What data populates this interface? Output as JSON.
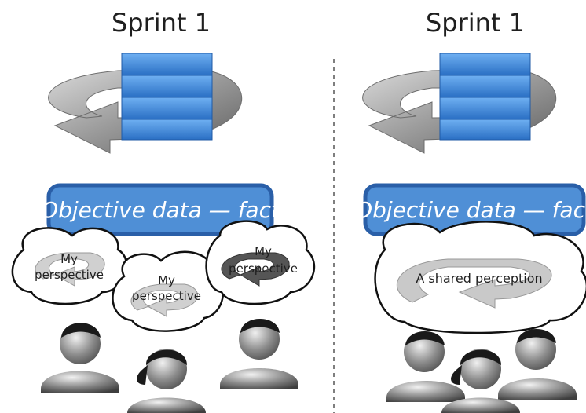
{
  "left_panel": {
    "title": "Sprint 1",
    "fact_label": "Objective data — fact",
    "perspectives": [
      {
        "line1": "My",
        "line2": "perspective"
      },
      {
        "line1": "My",
        "line2": "perspective"
      },
      {
        "line1": "My",
        "line2": "perspective"
      }
    ]
  },
  "right_panel": {
    "title": "Sprint 1",
    "fact_label": "Objective data — fact",
    "shared_label": "A shared perception"
  },
  "colors": {
    "box_blue": "#4f8fd6",
    "box_border": "#2a5fa8",
    "stack_blue": "#3c8be0",
    "arrow_grey": "#9a9a9a",
    "arrow_dark": "#555555",
    "person_dark": "#1a1a1a",
    "person_grey": "#8a8a8a",
    "divider": "#555555"
  },
  "icons": [
    "server-stack-icon",
    "cycle-arrow-icon",
    "cloud-icon",
    "person-icon"
  ]
}
